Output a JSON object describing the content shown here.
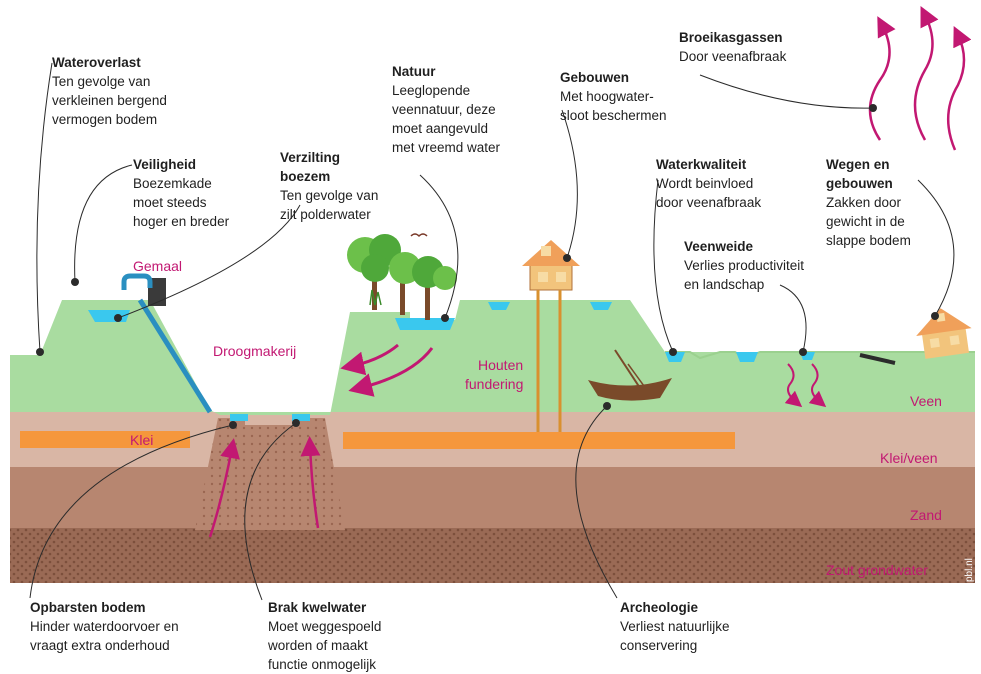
{
  "annotations": {
    "wateroverlast": {
      "title": "Wateroverlast",
      "lines": [
        "Ten gevolge van",
        "verkleinen bergend",
        "vermogen bodem"
      ]
    },
    "veiligheid": {
      "title": "Veiligheid",
      "lines": [
        "Boezemkade",
        "moet steeds",
        "hoger en breder"
      ]
    },
    "verzilting": {
      "title": "Verzilting",
      "title2": "boezem",
      "lines": [
        "Ten gevolge van",
        "zilt polderwater"
      ]
    },
    "natuur": {
      "title": "Natuur",
      "lines": [
        "Leeglopende",
        "veennatuur, deze",
        "moet aangevuld",
        "met vreemd water"
      ]
    },
    "gebouwen": {
      "title": "Gebouwen",
      "lines": [
        "Met hoogwater-",
        "sloot beschermen"
      ]
    },
    "broeikasgassen": {
      "title": "Broeikasgassen",
      "lines": [
        "Door veenafbraak"
      ]
    },
    "waterkwaliteit": {
      "title": "Waterkwaliteit",
      "lines": [
        "Wordt beinvloed",
        "door veenafbraak"
      ]
    },
    "wegen": {
      "title": "Wegen en",
      "title2": "gebouwen",
      "lines": [
        "Zakken door",
        "gewicht in de",
        "slappe bodem"
      ]
    },
    "veenweide": {
      "title": "Veenweide",
      "lines": [
        "Verlies productiviteit",
        "en landschap"
      ]
    },
    "opbarsten": {
      "title": "Opbarsten bodem",
      "lines": [
        "Hinder waterdoorvoer en",
        "vraagt extra onderhoud"
      ]
    },
    "brak": {
      "title": "Brak kwelwater",
      "lines": [
        "Moet weggespoeld",
        "worden of maakt",
        "functie onmogelijk"
      ]
    },
    "archeologie": {
      "title": "Archeologie",
      "lines": [
        "Verliest natuurlijke",
        "conservering"
      ]
    }
  },
  "labels": {
    "gemaal": "Gemaal",
    "droogmakerij": "Droogmakerij",
    "houten": "Houten",
    "fundering": "fundering",
    "klei": "Klei",
    "veen": "Veen",
    "klei_veen": "Klei/veen",
    "zand": "Zand",
    "zout": "Zout grondwater"
  },
  "credit": "pbl.nl",
  "colors": {
    "veen": "#a9dca0",
    "klei_veen": "#d9b6a5",
    "zand": "#b78670",
    "zout": "#9a6a55",
    "klei": "#f5973c",
    "water": "#3ac8ee",
    "accent": "#c21872",
    "pipe": "#2a8fc0"
  }
}
